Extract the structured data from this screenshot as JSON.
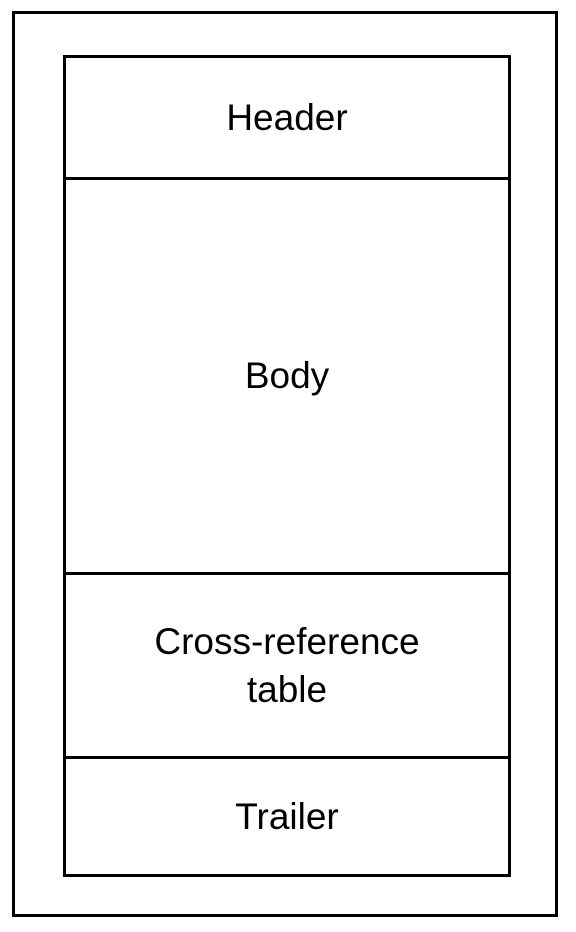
{
  "diagram": {
    "sections": [
      {
        "label": "Header"
      },
      {
        "label": "Body"
      },
      {
        "label": "Cross-reference table"
      },
      {
        "label": "Trailer"
      }
    ]
  }
}
